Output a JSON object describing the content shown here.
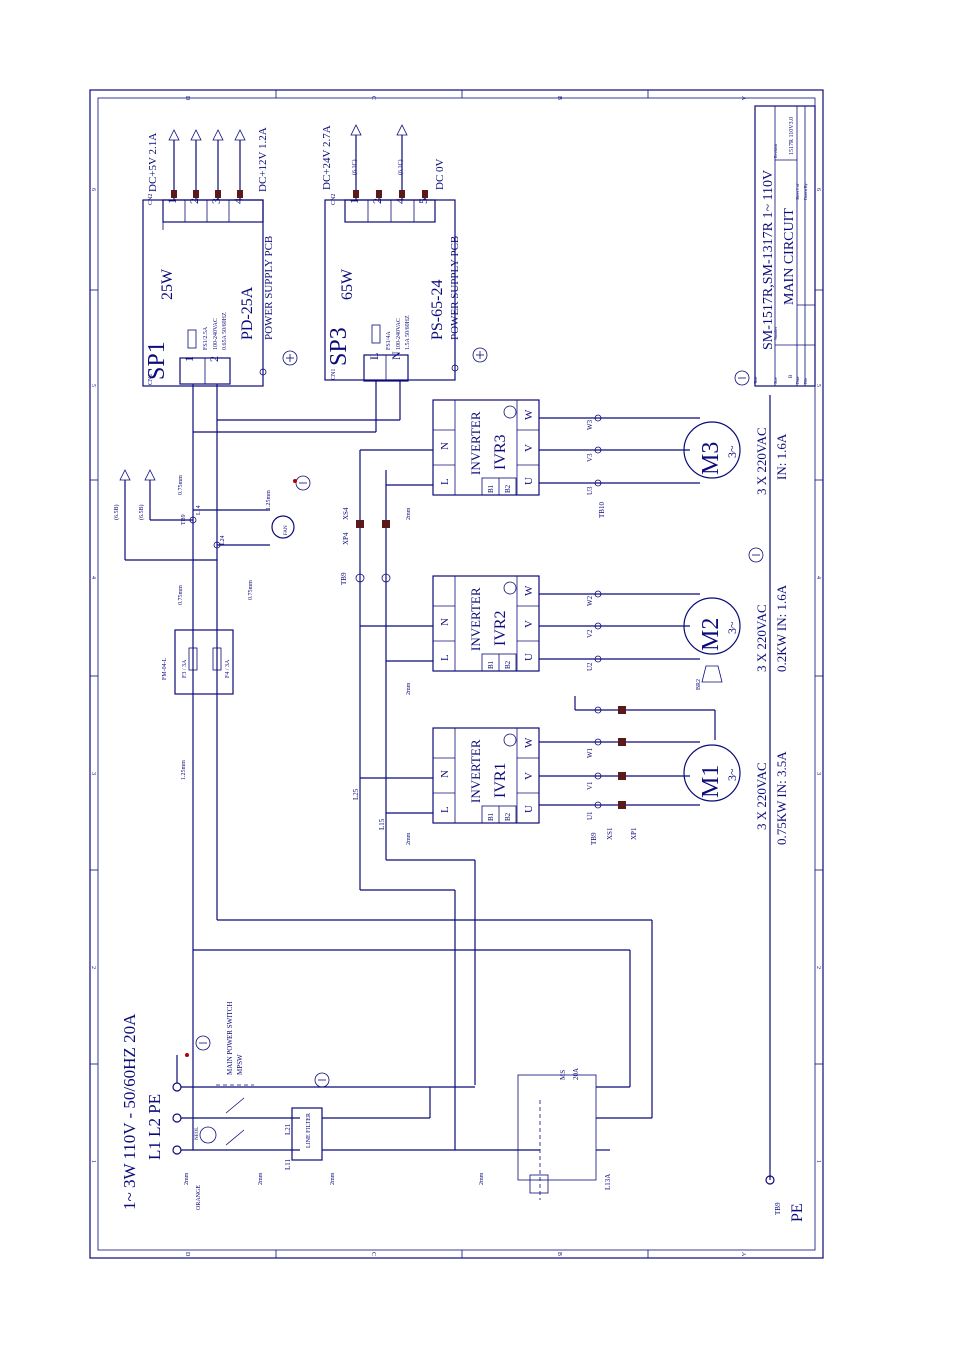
{
  "title_block": {
    "drawing_title": "SM-1517R,SM-1317R  1~ 110V",
    "subtitle": "MAIN CIRCUIT",
    "revision": "1517R 110V3.0",
    "title_label": "Title",
    "size_label": "Size",
    "number_label": "Number",
    "revision_label": "Revision",
    "date_label": "Date",
    "file_label": "File",
    "size_value": "B",
    "sheet_value": "Sheet 1 of",
    "drawn_by": "Drawn By:"
  },
  "frame": {
    "row_letters": [
      "D",
      "C",
      "B",
      "A"
    ],
    "col_numbers": [
      "6",
      "5",
      "4",
      "3",
      "2",
      "1"
    ]
  },
  "supply": {
    "main_label": "1~ 3W  110V - 50/60HZ 20A",
    "phase_label": "L1 L2 PE",
    "pe_label": "PE",
    "tb9": "TB9",
    "switch_label": "MAIN POWER SWITCH",
    "switch_id": "MPSW",
    "line_filter": "LINE FILTER",
    "l11": "L11",
    "l21": "L21",
    "neon": "NEOL",
    "orange": "ORANGE",
    "wire_2mm": "2mm",
    "ms_label": "MS",
    "ms_rating": "20A",
    "l13a": "L13A"
  },
  "fuses": {
    "block": "FM-04-L",
    "f3": "F3 / 3A",
    "f4": "F4 / 3A",
    "wire_125": "1.25mm",
    "wire_075": "0.75mm"
  },
  "sp1": {
    "id": "SP1",
    "power": "25W",
    "model": "PD-25A",
    "desc": "POWER SUPPLY PCB",
    "fuse": "FS1/2.5A",
    "in_v": "100-240VAC",
    "in_a": "0.65A 50/60HZ",
    "cn1": "CN1",
    "cn2": "CN2",
    "out1": "DC+5V 2.1A",
    "out2": "DC+12V 1.2A",
    "pins_in": [
      "1",
      "2"
    ],
    "pins_out": [
      "1",
      "2",
      "3",
      "4"
    ]
  },
  "sp3": {
    "id": "SP3",
    "power": "65W",
    "model": "PS-65-24",
    "desc": "POWER SUPPLY PCB",
    "fuse": "FS1/4A",
    "in_v": "100-240VAC",
    "in_a": "1.5A 50/60HZ",
    "cn1": "CN1",
    "cn2": "CN2",
    "out1": "DC+24V 2.7A",
    "out2": "DC 0V",
    "ref1": "(6.1C)",
    "ref2": "(6.1C)",
    "pins_in": [
      "L",
      "N"
    ],
    "pins_out": [
      "1",
      "2",
      "4",
      "5"
    ]
  },
  "fan": {
    "label": "FAN",
    "tb9": "TB9",
    "l14": "L14",
    "l24": "L24",
    "ref1": "(6.5B)",
    "ref2": "(6.5B)"
  },
  "inverters": [
    {
      "type": "INVERTER",
      "id": "IVR3",
      "pins": [
        "L",
        "N",
        "U",
        "V",
        "W",
        "B1",
        "B2"
      ]
    },
    {
      "type": "INVERTER",
      "id": "IVR2",
      "pins": [
        "L",
        "N",
        "U",
        "V",
        "W",
        "B1",
        "B2"
      ]
    },
    {
      "type": "INVERTER",
      "id": "IVR1",
      "pins": [
        "L",
        "N",
        "U",
        "V",
        "W",
        "B1",
        "B2"
      ]
    }
  ],
  "motors": [
    {
      "id": "M3",
      "phase": "3~",
      "spec1": "3 X 220VAC",
      "spec2": "IN: 1.6A",
      "u": "U3",
      "v": "V3",
      "w": "W3",
      "tb": "TB10"
    },
    {
      "id": "M2",
      "phase": "3~",
      "spec1": "3 X 220VAC",
      "spec2": "0.2KW   IN: 1.6A",
      "u": "U2",
      "v": "V2",
      "w": "W2",
      "tb": "BR2"
    },
    {
      "id": "M1",
      "phase": "3~",
      "spec1": "3 X 220VAC",
      "spec2": "0.75KW  IN: 3.5A",
      "u": "U1",
      "v": "V1",
      "w": "W1",
      "tb": "TB9",
      "xs": "XS1",
      "xp": "XP1"
    }
  ],
  "misc": {
    "xs4": "XS4",
    "xp4": "XP4",
    "tb9": "TB9",
    "l15": "L15",
    "l25": "L25"
  },
  "colors": {
    "ink": "#0b0b7a",
    "connector": "#5a1a1a",
    "marker": "#b30000"
  }
}
